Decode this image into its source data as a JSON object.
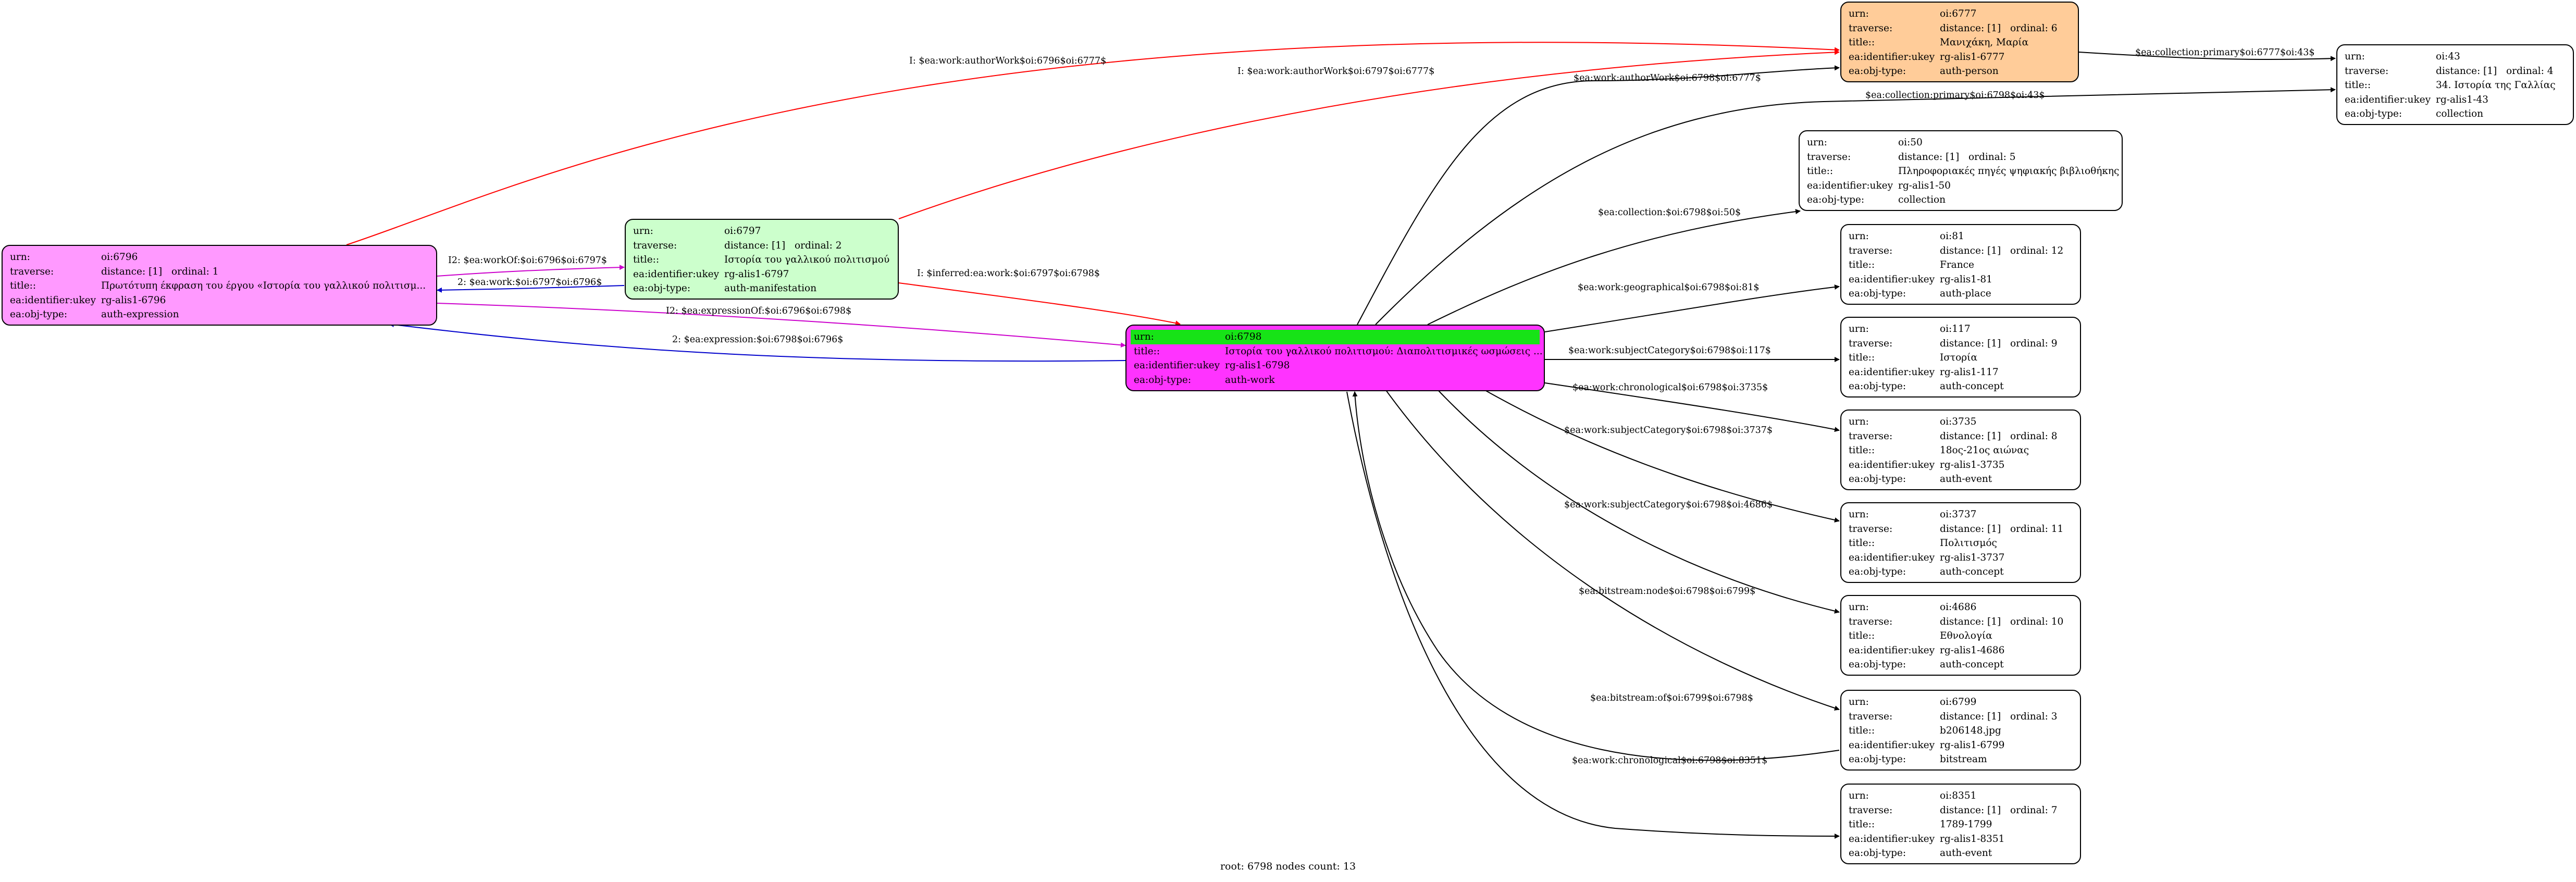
{
  "root_label": "root: 6798 nodes count: 13",
  "field_keys": {
    "urn": "urn:",
    "traverse": "traverse:",
    "title": "title::",
    "ukey": "ea:identifier:ukey",
    "type": "ea:obj-type:"
  },
  "colors": {
    "n6796": "#ff99ff",
    "n6797": "#ccffcc",
    "n6798": "#ff33ff",
    "n6798_highlight": "#17e317",
    "n6777": "#ffcc99",
    "plain": "#ffffff",
    "edge_red": "#ff0000",
    "edge_blue": "#0000cc",
    "edge_magenta": "#cc00cc",
    "edge_black": "#000000"
  },
  "nodes": {
    "n6796": {
      "urn": "oi:6796",
      "distance": "distance: [1]",
      "ordinal": "ordinal: 1",
      "title": "Πρωτότυπη έκφραση του έργου «Ιστορία του γαλλικού πολιτισμ...",
      "ukey": "rg-alis1-6796",
      "type": "auth-expression"
    },
    "n6797": {
      "urn": "oi:6797",
      "distance": "distance: [1]",
      "ordinal": "ordinal: 2",
      "title": "Ιστορία του γαλλικού πολιτισμού",
      "ukey": "rg-alis1-6797",
      "type": "auth-manifestation"
    },
    "n6798": {
      "urn": "oi:6798",
      "title": "Ιστορία του γαλλικού πολιτισμού: Διαπολιτισμικές ωσμώσεις ...",
      "ukey": "rg-alis1-6798",
      "type": "auth-work"
    },
    "n6777": {
      "urn": "oi:6777",
      "distance": "distance: [1]",
      "ordinal": "ordinal: 6",
      "title": "Μανιχάκη, Μαρία",
      "ukey": "rg-alis1-6777",
      "type": "auth-person"
    },
    "n43": {
      "urn": "oi:43",
      "distance": "distance: [1]",
      "ordinal": "ordinal: 4",
      "title": "34. Ιστορία της Γαλλίας",
      "ukey": "rg-alis1-43",
      "type": "collection"
    },
    "n50": {
      "urn": "oi:50",
      "distance": "distance: [1]",
      "ordinal": "ordinal: 5",
      "title": "Πληροφοριακές πηγές ψηφιακής βιβλιοθήκης",
      "ukey": "rg-alis1-50",
      "type": "collection"
    },
    "n81": {
      "urn": "oi:81",
      "distance": "distance: [1]",
      "ordinal": "ordinal: 12",
      "title": "France",
      "ukey": "rg-alis1-81",
      "type": "auth-place"
    },
    "n117": {
      "urn": "oi:117",
      "distance": "distance: [1]",
      "ordinal": "ordinal: 9",
      "title": "Ιστορία",
      "ukey": "rg-alis1-117",
      "type": "auth-concept"
    },
    "n3735": {
      "urn": "oi:3735",
      "distance": "distance: [1]",
      "ordinal": "ordinal: 8",
      "title": "18ος-21ος αιώνας",
      "ukey": "rg-alis1-3735",
      "type": "auth-event"
    },
    "n3737": {
      "urn": "oi:3737",
      "distance": "distance: [1]",
      "ordinal": "ordinal: 11",
      "title": "Πολιτισμός",
      "ukey": "rg-alis1-3737",
      "type": "auth-concept"
    },
    "n4686": {
      "urn": "oi:4686",
      "distance": "distance: [1]",
      "ordinal": "ordinal: 10",
      "title": "Εθνολογία",
      "ukey": "rg-alis1-4686",
      "type": "auth-concept"
    },
    "n6799": {
      "urn": "oi:6799",
      "distance": "distance: [1]",
      "ordinal": "ordinal: 3",
      "title": "b206148.jpg",
      "ukey": "rg-alis1-6799",
      "type": "bitstream"
    },
    "n8351": {
      "urn": "oi:8351",
      "distance": "distance: [1]",
      "ordinal": "ordinal: 7",
      "title": "1789-1799",
      "ukey": "rg-alis1-8351",
      "type": "auth-event"
    }
  },
  "edges": {
    "e1": "I: $ea:work:authorWork$oi:6796$oi:6777$",
    "e2": "I: $ea:work:authorWork$oi:6797$oi:6777$",
    "e3": "$ea:work:authorWork$oi:6798$oi:6777$",
    "e4": "$ea:collection:primary$oi:6777$oi:43$",
    "e5": "$ea:collection:primary$oi:6798$oi:43$",
    "e6": "$ea:collection:$oi:6798$oi:50$",
    "e7": "$ea:work:geographical$oi:6798$oi:81$",
    "e8": "$ea:work:subjectCategory$oi:6798$oi:117$",
    "e9": "$ea:work:chronological$oi:6798$oi:3735$",
    "e10": "$ea:work:subjectCategory$oi:6798$oi:3737$",
    "e11": "$ea:work:subjectCategory$oi:6798$oi:4686$",
    "e12": "$ea:bitstream:node$oi:6798$oi:6799$",
    "e13": "$ea:bitstream:of$oi:6799$oi:6798$",
    "e14": "$ea:work:chronological$oi:6798$oi:8351$",
    "e15": "I2: $ea:workOf:$oi:6796$oi:6797$",
    "e16": "2: $ea:work:$oi:6797$oi:6796$",
    "e17": "I2: $ea:expressionOf:$oi:6796$oi:6798$",
    "e18": "2: $ea:expression:$oi:6798$oi:6796$",
    "e19": "I: $inferred:ea:work:$oi:6797$oi:6798$"
  }
}
